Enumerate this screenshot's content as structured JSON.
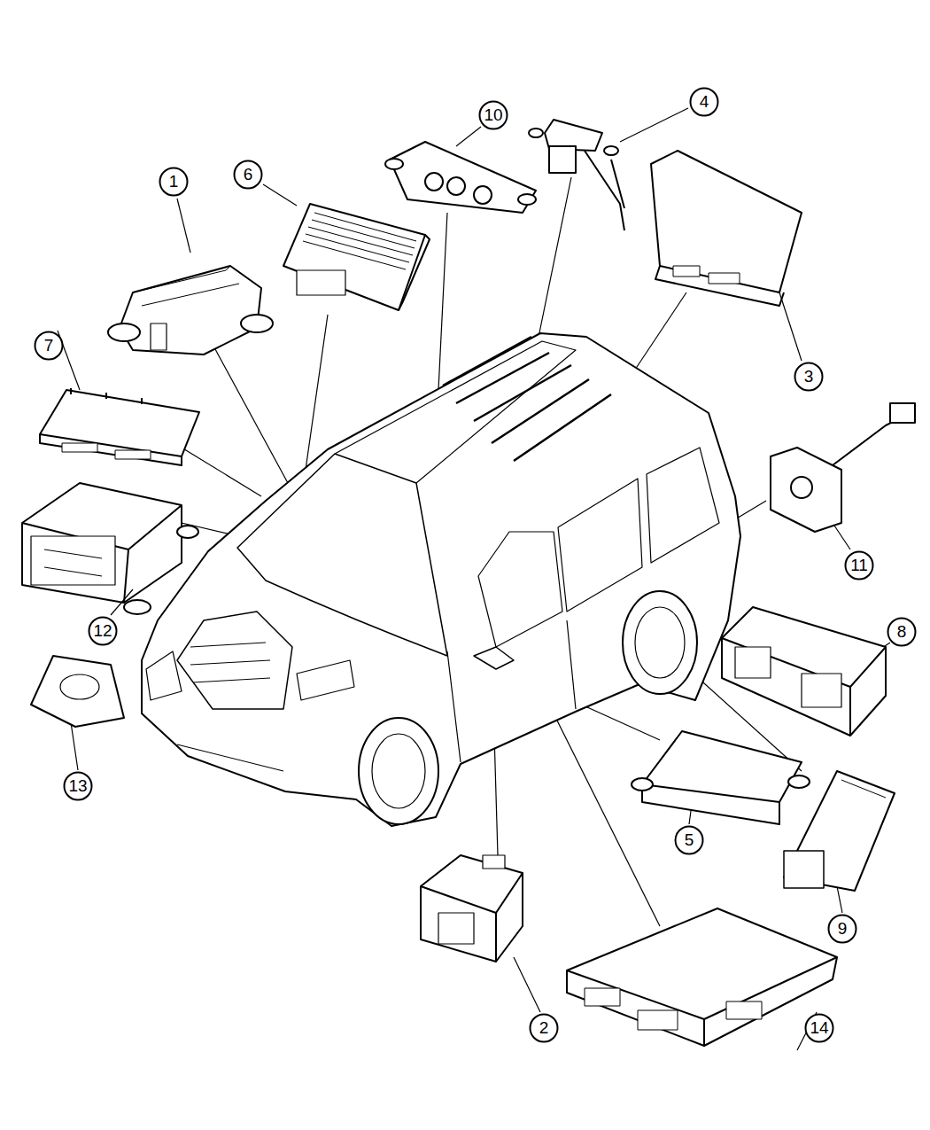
{
  "diagram": {
    "nodes": [
      {
        "text": [
          "4"
        ]
      },
      {
        "text": [
          "10"
        ]
      },
      {
        "text": [
          "6"
        ]
      },
      {
        "text": [
          "1"
        ]
      },
      {
        "text": [
          "7"
        ]
      },
      {
        "text": [
          "3"
        ]
      },
      {
        "text": [
          "11"
        ]
      },
      {
        "text": [
          "12"
        ]
      },
      {
        "text": [
          "8"
        ]
      },
      {
        "text": [
          "13"
        ]
      },
      {
        "text": [
          "5"
        ]
      },
      {
        "text": [
          "9"
        ]
      },
      {
        "text": [
          "2"
        ]
      },
      {
        "text": [
          "14"
        ]
      }
    ]
  }
}
